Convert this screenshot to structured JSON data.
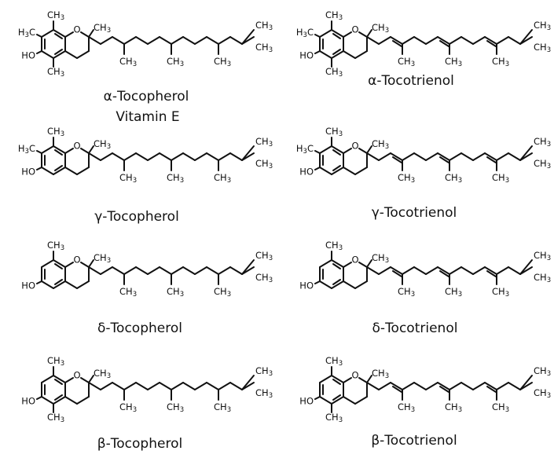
{
  "molecules": [
    {
      "id": "alpha-tocopherol",
      "variant": "alpha",
      "chain": "saturated",
      "substituents": {
        "ring_methyl_5": true,
        "ring_methyl_7": true,
        "ring_methyl_8": true
      },
      "caption": "α-Tocopherol",
      "caption2": "Vitamin E"
    },
    {
      "id": "alpha-tocotrienol",
      "variant": "alpha",
      "chain": "unsaturated",
      "substituents": {
        "ring_methyl_5": true,
        "ring_methyl_7": true,
        "ring_methyl_8": true
      },
      "caption": "α-Tocotrienol"
    },
    {
      "id": "gamma-tocopherol",
      "variant": "gamma",
      "chain": "saturated",
      "substituents": {
        "ring_methyl_5": false,
        "ring_methyl_7": true,
        "ring_methyl_8": true
      },
      "caption": "γ-Tocopherol"
    },
    {
      "id": "gamma-tocotrienol",
      "variant": "gamma",
      "chain": "unsaturated",
      "substituents": {
        "ring_methyl_5": false,
        "ring_methyl_7": true,
        "ring_methyl_8": true
      },
      "caption": "γ-Tocotrienol"
    },
    {
      "id": "delta-tocopherol",
      "variant": "delta",
      "chain": "saturated",
      "substituents": {
        "ring_methyl_5": false,
        "ring_methyl_7": false,
        "ring_methyl_8": true
      },
      "caption": "δ-Tocopherol"
    },
    {
      "id": "delta-tocotrienol",
      "variant": "delta",
      "chain": "unsaturated",
      "substituents": {
        "ring_methyl_5": false,
        "ring_methyl_7": false,
        "ring_methyl_8": true
      },
      "caption": "δ-Tocotrienol"
    },
    {
      "id": "beta-tocopherol",
      "variant": "beta",
      "chain": "saturated",
      "substituents": {
        "ring_methyl_5": true,
        "ring_methyl_7": false,
        "ring_methyl_8": true
      },
      "caption": "β-Tocopherol"
    },
    {
      "id": "beta-tocotrienol",
      "variant": "beta",
      "chain": "unsaturated",
      "substituents": {
        "ring_methyl_5": true,
        "ring_methyl_7": false,
        "ring_methyl_8": true
      },
      "caption": "β-Tocotrienol"
    }
  ],
  "atom_labels": {
    "ring_oxygen": "O",
    "hydroxyl": "HO",
    "methyl": "CH",
    "methyl_subscript": "3",
    "methyl_left": "H",
    "methyl_left_c": "C"
  },
  "colors": {
    "ink": "#111111",
    "background": "#ffffff"
  }
}
